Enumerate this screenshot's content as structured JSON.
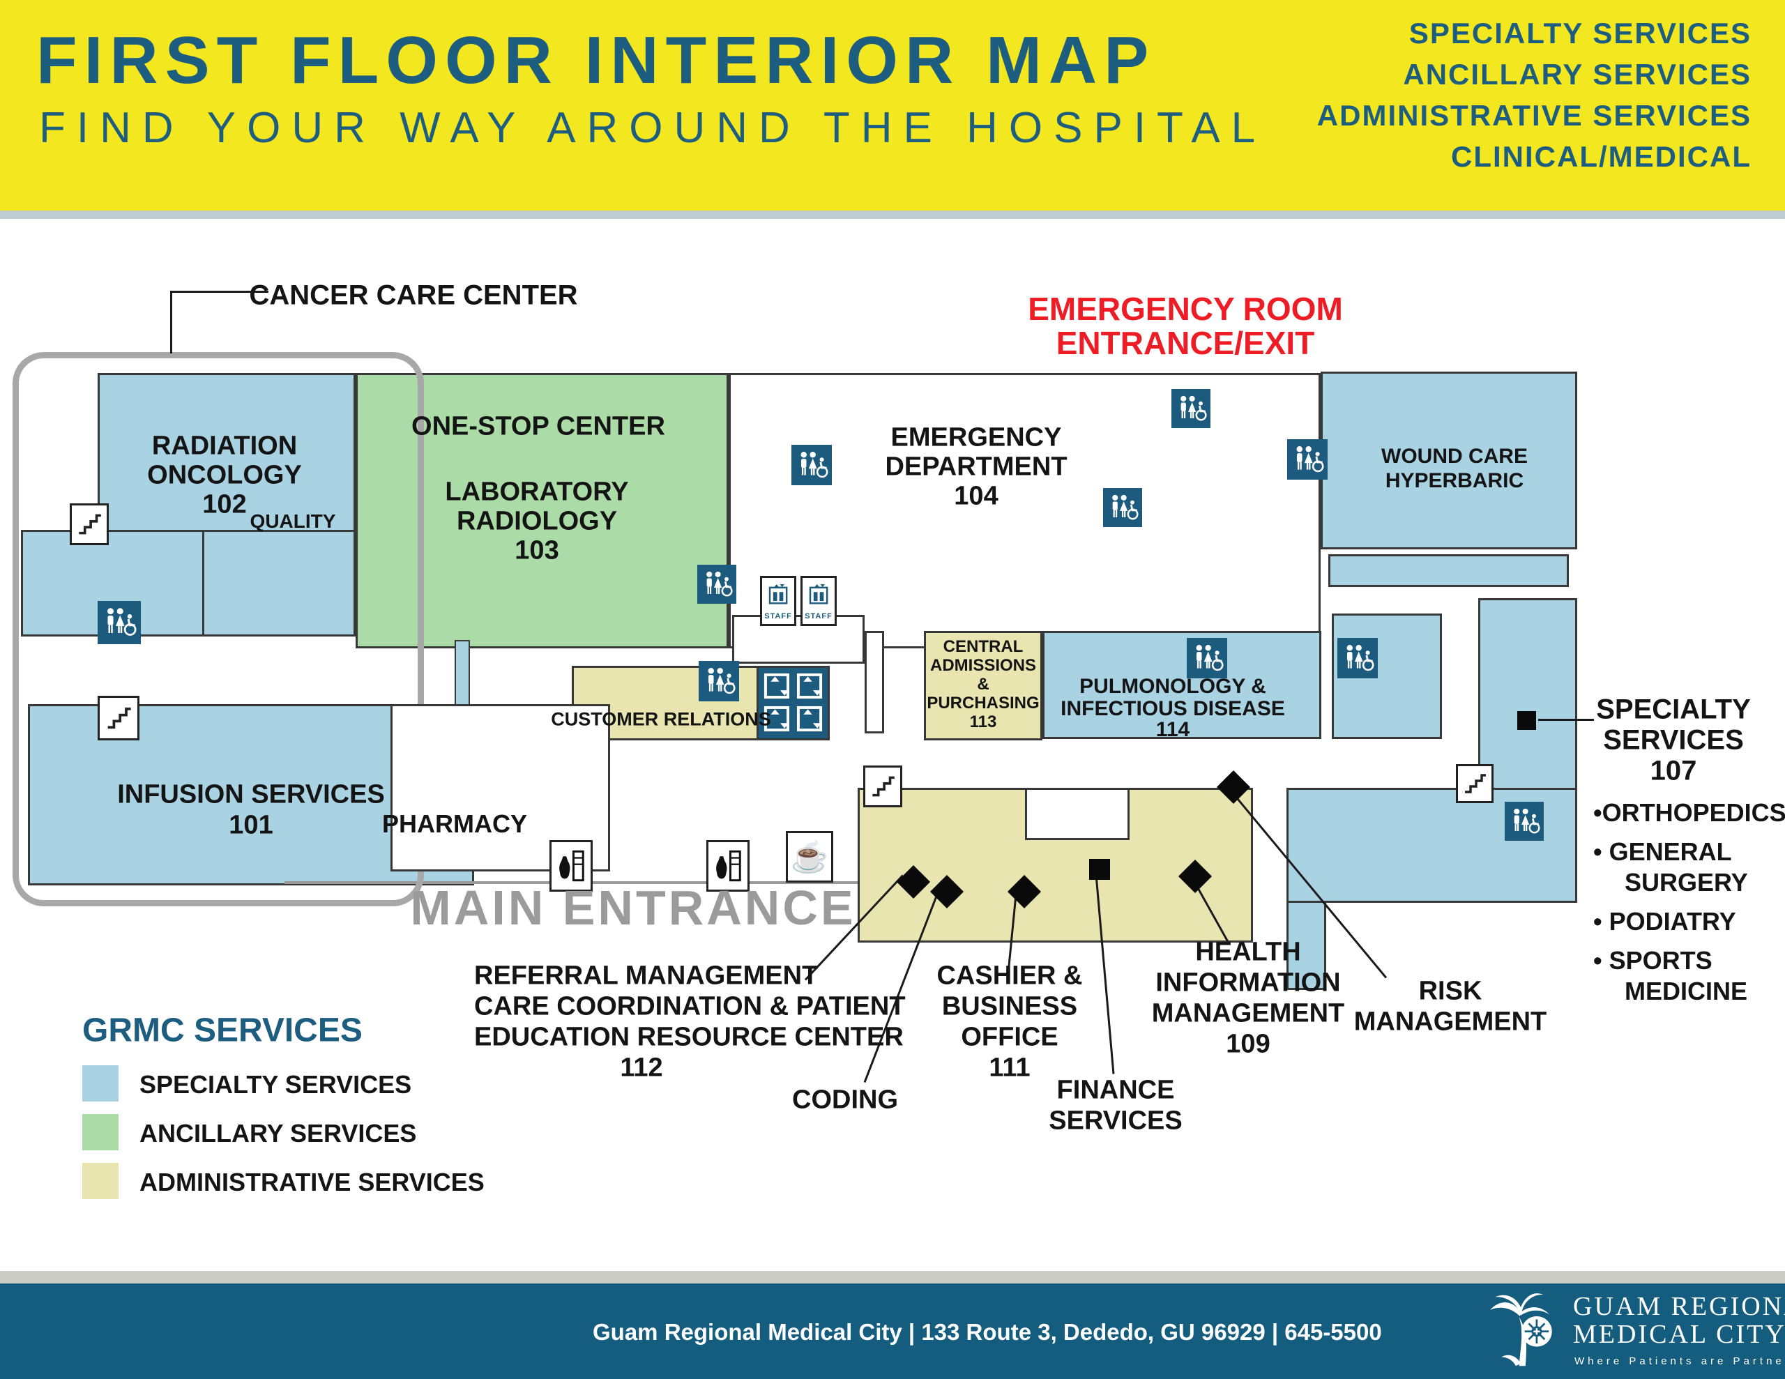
{
  "header": {
    "title": "FIRST FLOOR INTERIOR MAP",
    "subtitle": "FIND YOUR WAY AROUND THE HOSPITAL",
    "categories": [
      "SPECIALTY SERVICES",
      "ANCILLARY SERVICES",
      "ADMINISTRATIVE SERVICES",
      "CLINICAL/MEDICAL"
    ]
  },
  "annotations": {
    "cancer_care_center": "CANCER CARE CENTER",
    "er_entrance": [
      "EMERGENCY ROOM",
      "ENTRANCE/EXIT"
    ],
    "main_entrance": "MAIN ENTRANCE"
  },
  "rooms": {
    "radiation": {
      "lines": [
        "RADIATION",
        "ONCOLOGY",
        "102"
      ],
      "quality": "QUALITY"
    },
    "onestop": {
      "title": "ONE-STOP CENTER",
      "lines": [
        "LABORATORY",
        "RADIOLOGY",
        "103"
      ]
    },
    "emergency": {
      "lines": [
        "EMERGENCY",
        "DEPARTMENT",
        "104"
      ]
    },
    "wound": {
      "lines": [
        "WOUND CARE",
        "HYPERBARIC"
      ]
    },
    "infusion": {
      "lines": [
        "INFUSION SERVICES",
        "101"
      ]
    },
    "pharmacy": {
      "label": "PHARMACY"
    },
    "customer_relations": {
      "label": "CUSTOMER RELATIONS"
    },
    "central_admissions": {
      "lines": [
        "CENTRAL",
        "ADMISSIONS",
        "&",
        "PURCHASING",
        "113"
      ]
    },
    "pulmonology": {
      "lines": [
        "PULMONOLOGY &",
        "INFECTIOUS DISEASE",
        "114"
      ]
    }
  },
  "callouts": {
    "referral": {
      "lines": [
        "REFERRAL MANAGEMENT",
        "CARE COORDINATION & PATIENT",
        "EDUCATION RESOURCE CENTER",
        "112"
      ]
    },
    "coding": {
      "label": "CODING"
    },
    "cashier": {
      "lines": [
        "CASHIER &",
        "BUSINESS",
        "OFFICE",
        "111"
      ]
    },
    "finance": {
      "lines": [
        "FINANCE",
        "SERVICES"
      ]
    },
    "him": {
      "lines": [
        "HEALTH",
        "INFORMATION",
        "MANAGEMENT",
        "109"
      ]
    },
    "risk": {
      "lines": [
        "RISK",
        "MANAGEMENT"
      ]
    }
  },
  "specialty_suite": {
    "title_lines": [
      "SPECIALTY",
      "SERVICES",
      "107"
    ],
    "items": [
      "ORTHOPEDICS",
      "GENERAL SURGERY",
      "PODIATRY",
      "SPORTS MEDICINE"
    ],
    "display_lines": [
      "•ORTHOPEDICS",
      "• GENERAL",
      "SURGERY",
      "• PODIATRY",
      "• SPORTS",
      "MEDICINE"
    ]
  },
  "legend": {
    "title": "GRMC SERVICES",
    "items": [
      {
        "label": "SPECIALTY SERVICES",
        "color": "#a9d2e3"
      },
      {
        "label": "ANCILLARY SERVICES",
        "color": "#abdca8"
      },
      {
        "label": "ADMINISTRATIVE SERVICES",
        "color": "#e8e5b0"
      }
    ]
  },
  "icons": {
    "elevator_staff_label": "STAFF"
  },
  "footer": {
    "info": "Guam Regional Medical City  |  133 Route 3, Dededo, GU 96929 | 645-5500",
    "logo_line1": "GUAM REGIONAL",
    "logo_line2": "MEDICAL CITY",
    "tagline": "Where Patients are Partners"
  },
  "colors": {
    "header_yellow": "#f3e71f",
    "brand_blue": "#1d5d80",
    "footer_blue": "#155d7f",
    "specialty_blue": "#a9d2e3",
    "ancillary_green": "#abdca8",
    "administrative_tan": "#e8e5b0",
    "icon_blue": "#1c5b7e",
    "accent_red": "#ee1c25"
  }
}
